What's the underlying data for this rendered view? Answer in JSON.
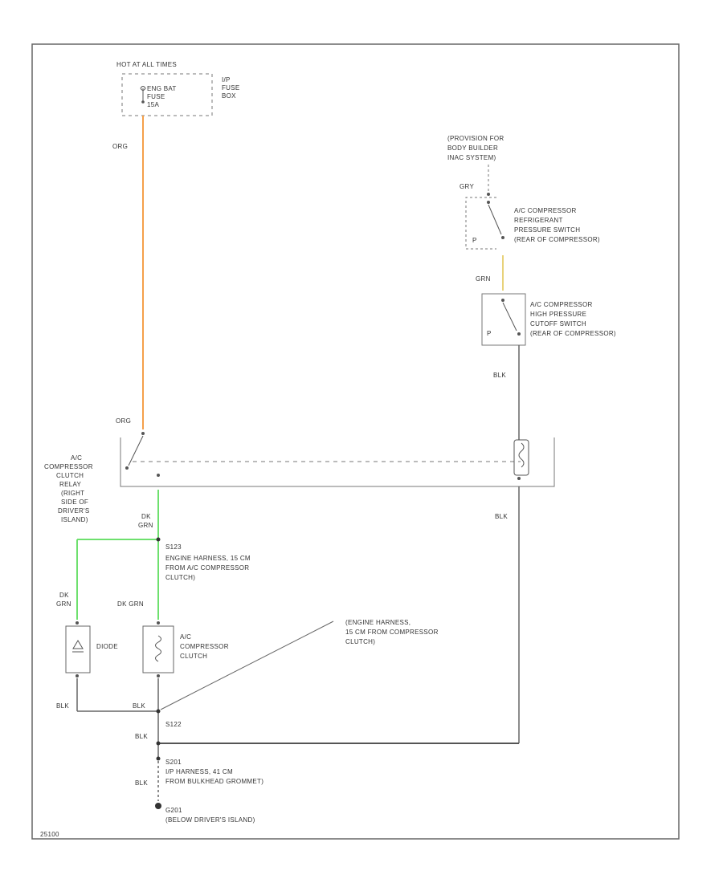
{
  "fuse": {
    "header": "HOT AT ALL TIMES",
    "fuse_label_1": "ENG BAT",
    "fuse_label_2": "FUSE",
    "fuse_label_3": "15A",
    "box_label_1": "I/P",
    "box_label_2": "FUSE",
    "box_label_3": "BOX"
  },
  "provision": {
    "line1": "(PROVISION FOR",
    "line2": "BODY BUILDER",
    "line3": "INAC SYSTEM)"
  },
  "low_switch": {
    "line1": "A/C COMPRESSOR",
    "line2": "REFRIGERANT",
    "line3": "PRESSURE SWITCH",
    "line4": "(REAR OF COMPRESSOR)"
  },
  "high_switch": {
    "line1": "A/C COMPRESSOR",
    "line2": "HIGH PRESSURE",
    "line3": "CUTOFF SWITCH",
    "line4": "(REAR OF COMPRESSOR)"
  },
  "relay": {
    "line1": "A/C",
    "line2": "COMPRESSOR",
    "line3": "CLUTCH",
    "line4": "RELAY",
    "line5": "(RIGHT",
    "line6": "SIDE OF",
    "line7": "DRIVER'S",
    "line8": "ISLAND)"
  },
  "splice_s122_top": {
    "id": "S123",
    "line1": "ENGINE HARNESS, 15 CM",
    "line2": "FROM A/C COMPRESSOR",
    "line3": "CLUTCH)"
  },
  "diode": {
    "label": "DIODE"
  },
  "clutch": {
    "line1": "A/C",
    "line2": "COMPRESSOR",
    "line3": "CLUTCH"
  },
  "callout": {
    "line1": "(ENGINE HARNESS,",
    "line2": "15 CM FROM COMPRESSOR",
    "line3": "CLUTCH)"
  },
  "splice_bottom": {
    "id": "S122"
  },
  "ground_splice": {
    "id": "S201",
    "line1": "I/P HARNESS, 41 CM",
    "line2": "FROM BULKHEAD GROMMET)"
  },
  "ground": {
    "id": "G201",
    "line1": "(BELOW DRIVER'S ISLAND)"
  },
  "wires": {
    "org_top": "ORG",
    "gry": "GRY",
    "grn": "GRN",
    "blk_right_top": "BLK",
    "org_relay": "ORG",
    "dkgrn_relay_1": "DK",
    "dkgrn_relay_2": "GRN",
    "blk_right_low": "BLK",
    "dkgrn_left_1": "DK",
    "dkgrn_left_2": "GRN",
    "dkgrn_clutch": "DK GRN",
    "blk_diode": "BLK",
    "blk_clutch": "BLK",
    "blk_s122": "BLK",
    "blk_ground": "BLK"
  },
  "footer_code": "25100",
  "colors": {
    "org": "#f5a04a",
    "yel": "#e8d27a",
    "grn": "#6ee06e",
    "line": "#555555"
  }
}
